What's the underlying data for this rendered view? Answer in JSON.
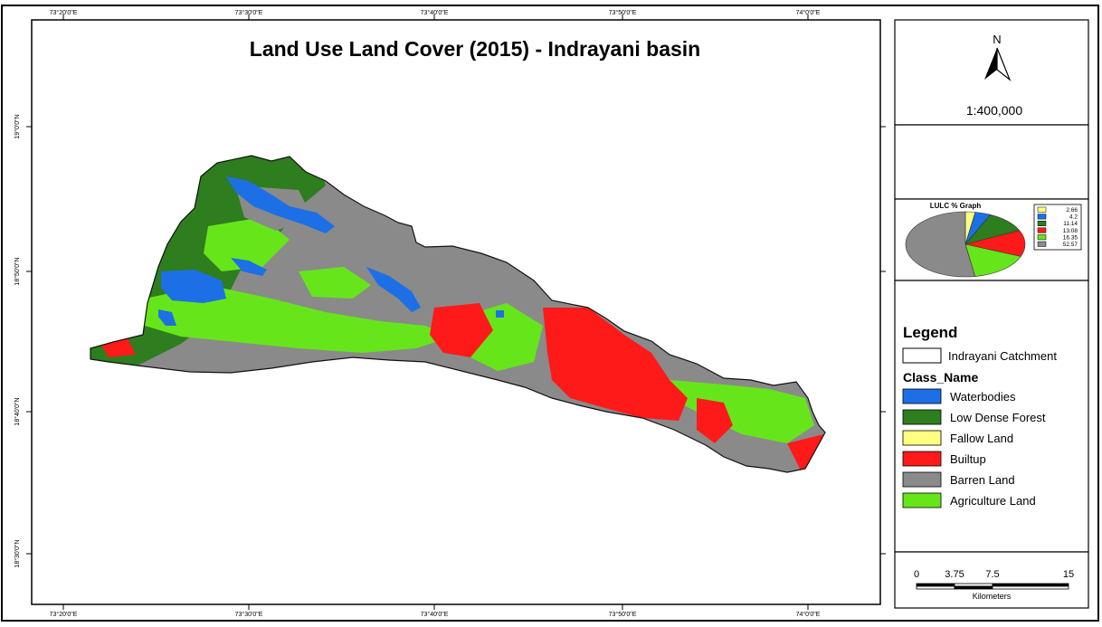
{
  "map": {
    "title": "Land Use Land Cover (2015) - Indrayani basin",
    "longitude_ticks": [
      "73°20'0\"E",
      "73°30'0\"E",
      "73°40'0\"E",
      "73°50'0\"E",
      "74°0'0\"E"
    ],
    "latitude_ticks": [
      "19°0'0\"N",
      "18°50'0\"N",
      "18°40'0\"N",
      "18°30'0\"N"
    ]
  },
  "north_arrow": {
    "label": "N"
  },
  "scale": {
    "ratio": "1:400,000"
  },
  "lulc_graph": {
    "title": "LULC % Graph",
    "slices": [
      {
        "value": "2.66",
        "color": "#ffff80"
      },
      {
        "value": "4.2",
        "color": "#1d6fe6"
      },
      {
        "value": "11.14",
        "color": "#2e7d1e"
      },
      {
        "value": "13.08",
        "color": "#ff1a1a"
      },
      {
        "value": "16.35",
        "color": "#66e61a"
      },
      {
        "value": "52.57",
        "color": "#8a8a8a"
      }
    ]
  },
  "legend": {
    "title": "Legend",
    "catchment_label": "Indrayani Catchment",
    "class_title": "Class_Name",
    "classes": [
      {
        "label": "Waterbodies",
        "color": "#1d6fe6"
      },
      {
        "label": "Low Dense Forest",
        "color": "#2e7d1e"
      },
      {
        "label": "Fallow Land",
        "color": "#ffff80"
      },
      {
        "label": "Builtup",
        "color": "#ff1a1a"
      },
      {
        "label": "Barren Land",
        "color": "#8a8a8a"
      },
      {
        "label": "Agriculture Land",
        "color": "#66e61a"
      }
    ]
  },
  "scalebar": {
    "ticks": [
      "0",
      "3.75",
      "7.5",
      "15"
    ],
    "unit": "Kilometers"
  }
}
